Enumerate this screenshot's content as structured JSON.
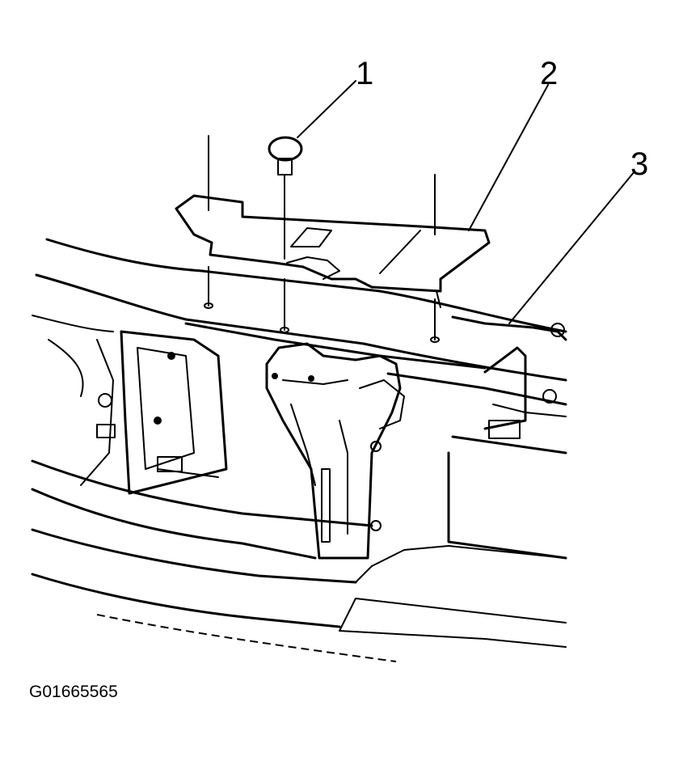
{
  "callouts": [
    {
      "id": "1",
      "label": "1"
    },
    {
      "id": "2",
      "label": "2"
    },
    {
      "id": "3",
      "label": "3"
    }
  ],
  "figure_id": "G01665565"
}
